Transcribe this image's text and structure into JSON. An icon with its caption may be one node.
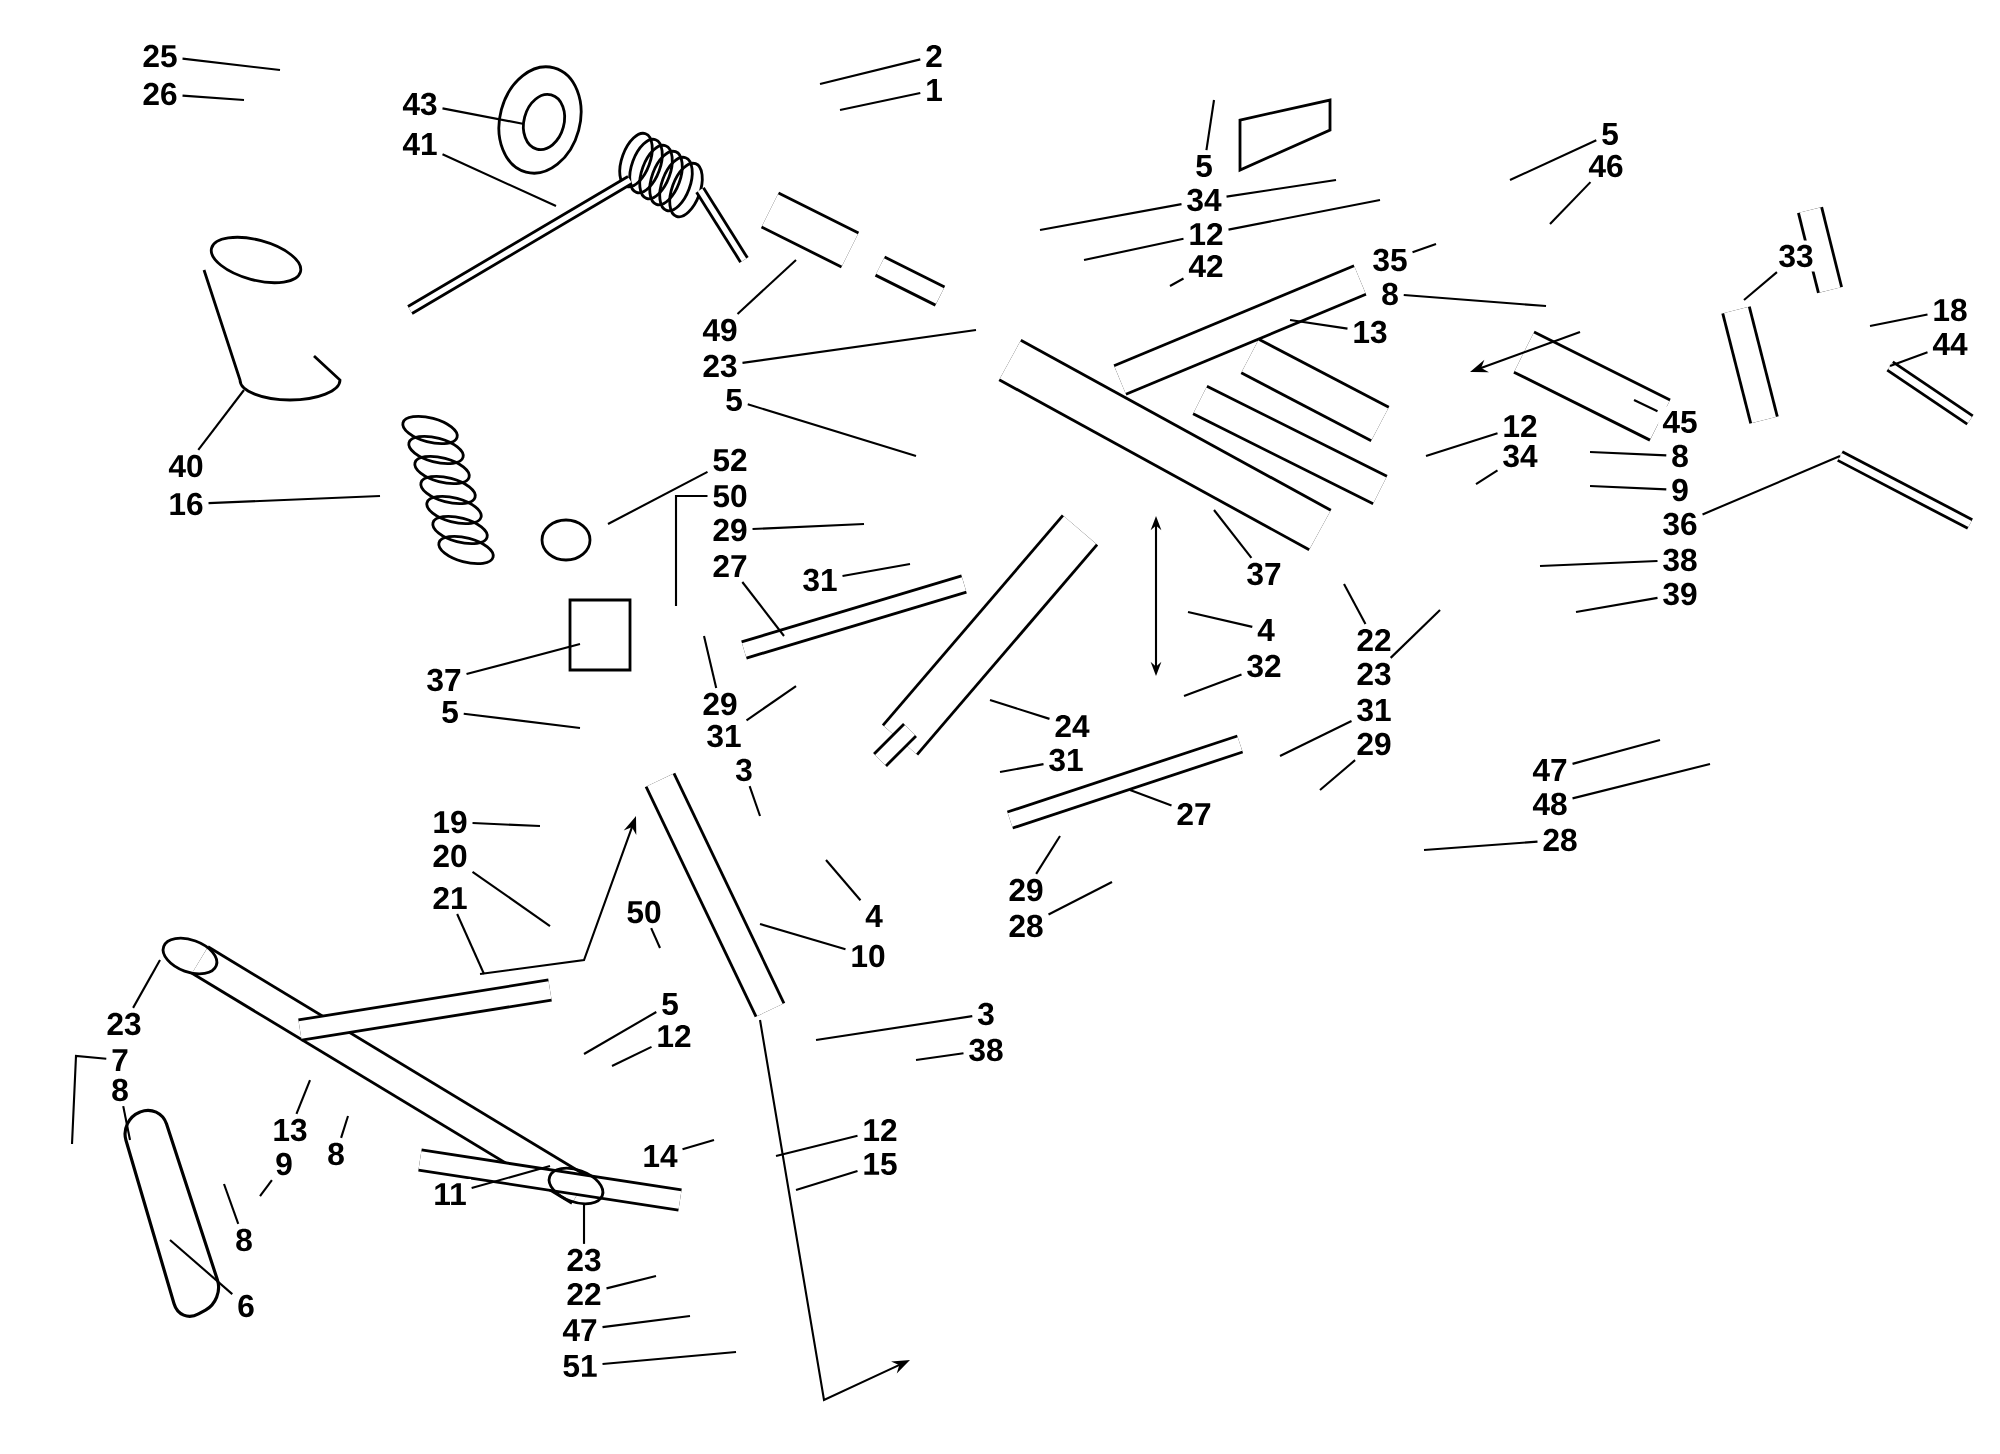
{
  "diagram": {
    "nodes": [
      {
        "text": [
          "25"
        ]
      },
      {
        "text": [
          "2"
        ]
      },
      {
        "text": [
          "26"
        ]
      },
      {
        "text": [
          "1"
        ]
      },
      {
        "text": [
          "43"
        ]
      },
      {
        "text": [
          "41"
        ]
      },
      {
        "text": [
          "49"
        ]
      },
      {
        "text": [
          "23"
        ]
      },
      {
        "text": [
          "5"
        ]
      },
      {
        "text": [
          "5"
        ]
      },
      {
        "text": [
          "5"
        ]
      },
      {
        "text": [
          "46"
        ]
      },
      {
        "text": [
          "34"
        ]
      },
      {
        "text": [
          "12"
        ]
      },
      {
        "text": [
          "42"
        ]
      },
      {
        "text": [
          "35"
        ]
      },
      {
        "text": [
          "33"
        ]
      },
      {
        "text": [
          "8"
        ]
      },
      {
        "text": [
          "18"
        ]
      },
      {
        "text": [
          "13"
        ]
      },
      {
        "text": [
          "44"
        ]
      },
      {
        "text": [
          "45"
        ]
      },
      {
        "text": [
          "12"
        ]
      },
      {
        "text": [
          "8"
        ]
      },
      {
        "text": [
          "34"
        ]
      },
      {
        "text": [
          "40"
        ]
      },
      {
        "text": [
          "52"
        ]
      },
      {
        "text": [
          "9"
        ]
      },
      {
        "text": [
          "50"
        ]
      },
      {
        "text": [
          "16"
        ]
      },
      {
        "text": [
          "36"
        ]
      },
      {
        "text": [
          "29"
        ]
      },
      {
        "text": [
          "38"
        ]
      },
      {
        "text": [
          "27"
        ]
      },
      {
        "text": [
          "37"
        ]
      },
      {
        "text": [
          "31"
        ]
      },
      {
        "text": [
          "39"
        ]
      },
      {
        "text": [
          "4"
        ]
      },
      {
        "text": [
          "22"
        ]
      },
      {
        "text": [
          "32"
        ]
      },
      {
        "text": [
          "23"
        ]
      },
      {
        "text": [
          "37"
        ]
      },
      {
        "text": [
          "29"
        ]
      },
      {
        "text": [
          "5"
        ]
      },
      {
        "text": [
          "31"
        ]
      },
      {
        "text": [
          "24"
        ]
      },
      {
        "text": [
          "31"
        ]
      },
      {
        "text": [
          "29"
        ]
      },
      {
        "text": [
          "31"
        ]
      },
      {
        "text": [
          "47"
        ]
      },
      {
        "text": [
          "3"
        ]
      },
      {
        "text": [
          "48"
        ]
      },
      {
        "text": [
          "27"
        ]
      },
      {
        "text": [
          "19"
        ]
      },
      {
        "text": [
          "28"
        ]
      },
      {
        "text": [
          "20"
        ]
      },
      {
        "text": [
          "29"
        ]
      },
      {
        "text": [
          "21"
        ]
      },
      {
        "text": [
          "50"
        ]
      },
      {
        "text": [
          "4"
        ]
      },
      {
        "text": [
          "28"
        ]
      },
      {
        "text": [
          "10"
        ]
      },
      {
        "text": [
          "5"
        ]
      },
      {
        "text": [
          "3"
        ]
      },
      {
        "text": [
          "23"
        ]
      },
      {
        "text": [
          "12"
        ]
      },
      {
        "text": [
          "38"
        ]
      },
      {
        "text": [
          "7"
        ]
      },
      {
        "text": [
          "8"
        ]
      },
      {
        "text": [
          "13"
        ]
      },
      {
        "text": [
          "12"
        ]
      },
      {
        "text": [
          "8"
        ]
      },
      {
        "text": [
          "14"
        ]
      },
      {
        "text": [
          "9"
        ]
      },
      {
        "text": [
          "15"
        ]
      },
      {
        "text": [
          "11"
        ]
      },
      {
        "text": [
          "8"
        ]
      },
      {
        "text": [
          "23"
        ]
      },
      {
        "text": [
          "22"
        ]
      },
      {
        "text": [
          "6"
        ]
      },
      {
        "text": [
          "47"
        ]
      },
      {
        "text": [
          "51"
        ]
      }
    ],
    "edges": [
      {
        "from": 0,
        "to": null,
        "arrow": "none"
      },
      {
        "from": 1,
        "to": null,
        "arrow": "none"
      },
      {
        "from": 2,
        "to": null,
        "arrow": "none"
      },
      {
        "from": 3,
        "to": null,
        "arrow": "none"
      },
      {
        "from": 4,
        "to": null,
        "arrow": "none"
      },
      {
        "from": 5,
        "to": null,
        "arrow": "none"
      },
      {
        "from": 6,
        "to": null,
        "arrow": "none"
      },
      {
        "from": 7,
        "to": null,
        "arrow": "none"
      },
      {
        "from": 8,
        "to": null,
        "arrow": "none"
      },
      {
        "from": 9,
        "to": null,
        "arrow": "none"
      },
      {
        "from": 10,
        "to": null,
        "arrow": "none"
      },
      {
        "from": 11,
        "to": null,
        "arrow": "none"
      },
      {
        "from": 12,
        "to": null,
        "arrow": "none"
      },
      {
        "from": 13,
        "to": null,
        "arrow": "none"
      },
      {
        "from": 14,
        "to": null,
        "arrow": "none"
      },
      {
        "from": 15,
        "to": null,
        "arrow": "none"
      },
      {
        "from": 16,
        "to": null,
        "arrow": "none"
      },
      {
        "from": 17,
        "to": null,
        "arrow": "none"
      },
      {
        "from": 18,
        "to": null,
        "arrow": "none"
      },
      {
        "from": 19,
        "to": null,
        "arrow": "none"
      },
      {
        "from": 20,
        "to": null,
        "arrow": "none"
      },
      {
        "from": 21,
        "to": null,
        "arrow": "none"
      },
      {
        "from": 22,
        "to": null,
        "arrow": "none"
      },
      {
        "from": 23,
        "to": null,
        "arrow": "none"
      },
      {
        "from": 24,
        "to": null,
        "arrow": "none"
      },
      {
        "from": 25,
        "to": null,
        "arrow": "none"
      },
      {
        "from": 26,
        "to": null,
        "arrow": "none"
      },
      {
        "from": 27,
        "to": null,
        "arrow": "none"
      },
      {
        "from": 28,
        "to": null,
        "arrow": "none"
      },
      {
        "from": 29,
        "to": null,
        "arrow": "none"
      },
      {
        "from": 30,
        "to": null,
        "arrow": "none"
      },
      {
        "from": 31,
        "to": null,
        "arrow": "none"
      },
      {
        "from": 32,
        "to": null,
        "arrow": "none"
      },
      {
        "from": 33,
        "to": null,
        "arrow": "none"
      },
      {
        "from": 34,
        "to": null,
        "arrow": "none"
      },
      {
        "from": 35,
        "to": null,
        "arrow": "none"
      },
      {
        "from": 36,
        "to": null,
        "arrow": "none"
      },
      {
        "from": 37,
        "to": null,
        "arrow": "none"
      },
      {
        "from": 38,
        "to": null,
        "arrow": "none"
      },
      {
        "from": 39,
        "to": null,
        "arrow": "none"
      },
      {
        "from": 40,
        "to": null,
        "arrow": "none"
      },
      {
        "from": 41,
        "to": null,
        "arrow": "none"
      },
      {
        "from": 42,
        "to": null,
        "arrow": "none"
      },
      {
        "from": 43,
        "to": null,
        "arrow": "none"
      },
      {
        "from": 44,
        "to": null,
        "arrow": "none"
      },
      {
        "from": 45,
        "to": null,
        "arrow": "none"
      },
      {
        "from": 46,
        "to": null,
        "arrow": "none"
      },
      {
        "from": 47,
        "to": null,
        "arrow": "none"
      },
      {
        "from": 48,
        "to": null,
        "arrow": "none"
      },
      {
        "from": 49,
        "to": null,
        "arrow": "none"
      },
      {
        "from": 50,
        "to": null,
        "arrow": "none"
      },
      {
        "from": 51,
        "to": null,
        "arrow": "none"
      },
      {
        "from": 52,
        "to": null,
        "arrow": "none"
      },
      {
        "from": 53,
        "to": null,
        "arrow": "none"
      },
      {
        "from": 54,
        "to": null,
        "arrow": "none"
      },
      {
        "from": 55,
        "to": null,
        "arrow": "none"
      },
      {
        "from": 56,
        "to": null,
        "arrow": "none"
      },
      {
        "from": 57,
        "to": null,
        "arrow": "none"
      },
      {
        "from": 58,
        "to": null,
        "arrow": "none"
      },
      {
        "from": 59,
        "to": null,
        "arrow": "none"
      },
      {
        "from": 60,
        "to": null,
        "arrow": "none"
      },
      {
        "from": 61,
        "to": null,
        "arrow": "none"
      },
      {
        "from": 62,
        "to": null,
        "arrow": "none"
      },
      {
        "from": 63,
        "to": null,
        "arrow": "none"
      },
      {
        "from": 64,
        "to": null,
        "arrow": "none"
      },
      {
        "from": 65,
        "to": null,
        "arrow": "none"
      },
      {
        "from": 66,
        "to": null,
        "arrow": "none"
      },
      {
        "from": 67,
        "to": null,
        "arrow": "none"
      },
      {
        "from": 68,
        "to": null,
        "arrow": "none"
      },
      {
        "from": 69,
        "to": null,
        "arrow": "none"
      },
      {
        "from": 70,
        "to": null,
        "arrow": "none"
      },
      {
        "from": 71,
        "to": null,
        "arrow": "none"
      },
      {
        "from": 72,
        "to": null,
        "arrow": "none"
      },
      {
        "from": 73,
        "to": null,
        "arrow": "none"
      },
      {
        "from": 74,
        "to": null,
        "arrow": "none"
      },
      {
        "from": 75,
        "to": null,
        "arrow": "none"
      },
      {
        "from": 76,
        "to": null,
        "arrow": "none"
      },
      {
        "from": 77,
        "to": null,
        "arrow": "none"
      },
      {
        "from": 78,
        "to": null,
        "arrow": "none"
      },
      {
        "from": 79,
        "to": null,
        "arrow": "none"
      },
      {
        "from": 80,
        "to": null,
        "arrow": "none"
      },
      {
        "from": 81,
        "to": null,
        "arrow": "none"
      },
      {
        "from": 12,
        "to": null,
        "arrow": "none"
      },
      {
        "from": 13,
        "to": null,
        "arrow": "none"
      }
    ]
  }
}
